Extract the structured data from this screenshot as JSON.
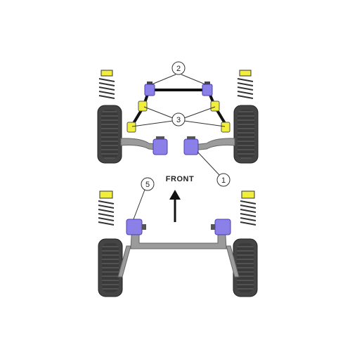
{
  "diagram": {
    "front_label": "FRONT",
    "callouts": [
      {
        "id": "1",
        "label": "1"
      },
      {
        "id": "2",
        "label": "2"
      },
      {
        "id": "3",
        "label": "3"
      },
      {
        "id": "5",
        "label": "5"
      }
    ],
    "colors": {
      "bush": "#8b7fe8",
      "bush_dark": "#5a4fc2",
      "spring": "#f4f040",
      "tyre": "#444444",
      "beam": "#9a9a9a",
      "bar": "#111111",
      "line": "#333333"
    }
  }
}
